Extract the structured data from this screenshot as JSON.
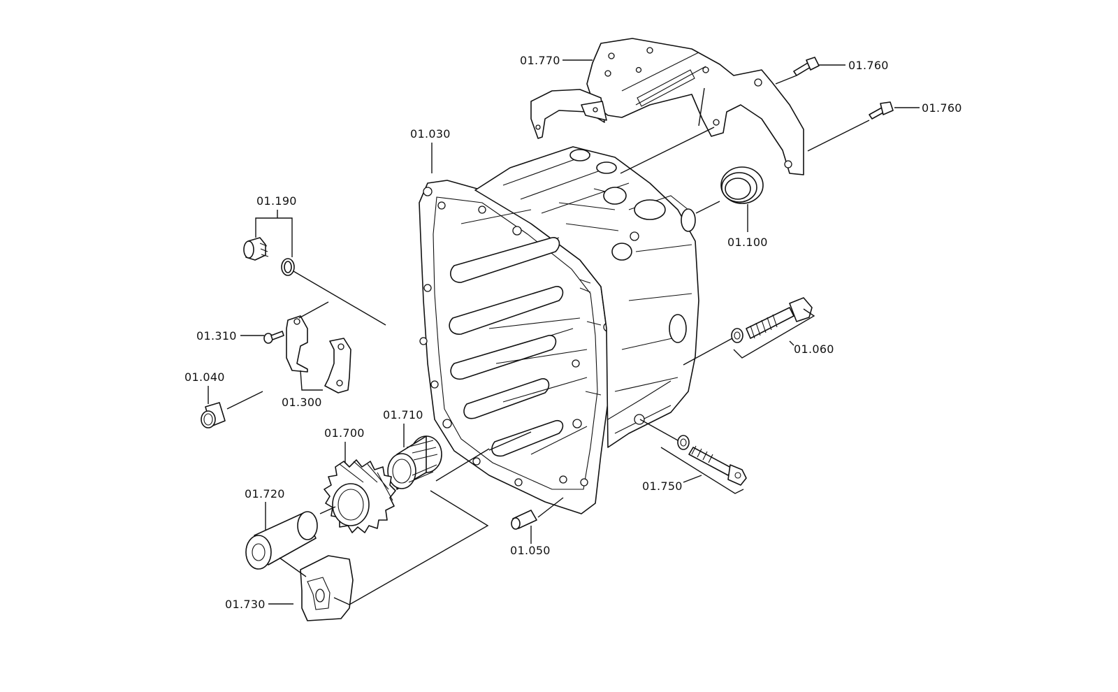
{
  "diagram": {
    "callouts": [
      {
        "id": "01.770",
        "label": "01.770"
      },
      {
        "id": "01.760a",
        "label": "01.760"
      },
      {
        "id": "01.760b",
        "label": "01.760"
      },
      {
        "id": "01.030",
        "label": "01.030"
      },
      {
        "id": "01.100",
        "label": "01.100"
      },
      {
        "id": "01.190",
        "label": "01.190"
      },
      {
        "id": "01.310",
        "label": "01.310"
      },
      {
        "id": "01.060",
        "label": "01.060"
      },
      {
        "id": "01.040",
        "label": "01.040"
      },
      {
        "id": "01.300",
        "label": "01.300"
      },
      {
        "id": "01.710",
        "label": "01.710"
      },
      {
        "id": "01.700",
        "label": "01.700"
      },
      {
        "id": "01.720",
        "label": "01.720"
      },
      {
        "id": "01.750",
        "label": "01.750"
      },
      {
        "id": "01.050",
        "label": "01.050"
      },
      {
        "id": "01.730",
        "label": "01.730"
      }
    ]
  }
}
